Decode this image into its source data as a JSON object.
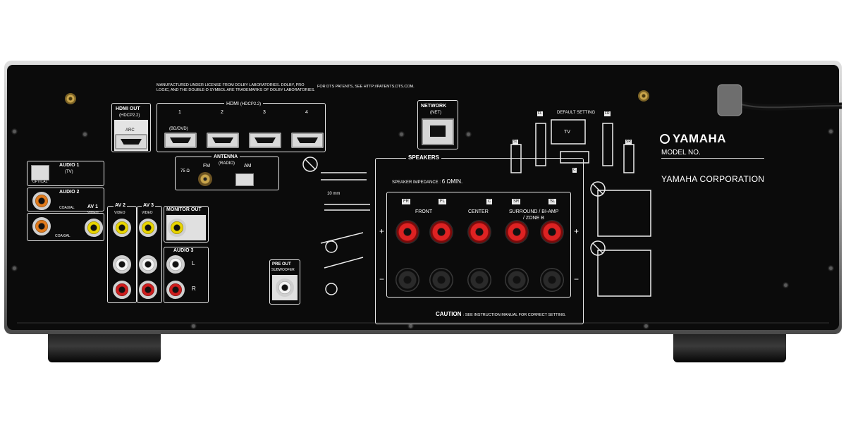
{
  "brand": {
    "logo": "YAMAHA",
    "model_label": "MODEL NO.",
    "corporation": "YAMAHA CORPORATION"
  },
  "notices": {
    "dolby": "MANUFACTURED UNDER LICENSE FROM DOLBY LABORATORIES. DOLBY, PRO LOGIC, AND THE DOUBLE-D SYMBOL ARE TRADEMARKS OF DOLBY LABORATORIES.",
    "dts": "FOR DTS PATENTS, SEE HTTP://PATENTS.DTS.COM."
  },
  "hdmi_out": {
    "title": "HDMI OUT",
    "sub": "(HDCP2.2)",
    "arc": "ARC"
  },
  "hdmi_in": {
    "title": "HDMI",
    "sub": "(HDCP2.2)",
    "ports": [
      "1",
      "2",
      "3",
      "4"
    ],
    "port1_note": "(BD/DVD)"
  },
  "network": {
    "title": "NETWORK",
    "sub": "(NET)"
  },
  "antenna": {
    "title": "ANTENNA",
    "sub": "(RADIO)",
    "fm": "FM",
    "am": "AM",
    "ohm": "75 Ω"
  },
  "audio_inputs": {
    "audio1": "AUDIO 1",
    "audio1_sub": "(TV)",
    "optical": "OPTICAL",
    "audio2": "AUDIO 2",
    "coaxial_1": "COAXIAL",
    "coaxial_2": "COAXIAL",
    "av1": "AV 1",
    "av2": "AV 2",
    "av3": "AV 3",
    "video_1": "VIDEO",
    "video_2": "VIDEO",
    "video_3": "VIDEO",
    "monitor_out": "MONITOR OUT",
    "audio3": "AUDIO 3",
    "left": "L",
    "right": "R"
  },
  "pre_out": {
    "title": "PRE OUT",
    "sub": "SUBWOOFER"
  },
  "wire_guide": {
    "strip_length": "10 mm"
  },
  "speakers": {
    "title": "SPEAKERS",
    "impedance": "SPEAKER IMPEDANCE :",
    "impedance_value": "6 ΩMIN.",
    "fr": "FR",
    "fl": "FL",
    "c": "C",
    "sr": "SR",
    "sl": "SL",
    "front": "FRONT",
    "center": "CENTER",
    "surround": "SURROUND / BI-AMP",
    "zone": "/ ZONE B",
    "plus": "+",
    "minus": "−",
    "caution": "CAUTION",
    "caution_text": ": SEE INSTRUCTION MANUAL FOR CORRECT SETTING."
  },
  "default_setting": {
    "title": "DEFAULT SETTING",
    "fl": "FL",
    "fr": "FR",
    "tv": "TV",
    "sl": "SL",
    "sr": "SR",
    "c": "C"
  },
  "colors": {
    "chassis": "#0b0b0b",
    "trim": "#c8c8c8",
    "label": "#ffffff",
    "red_terminal": "#cc1d1d",
    "yellow_video": "#e8d400"
  }
}
